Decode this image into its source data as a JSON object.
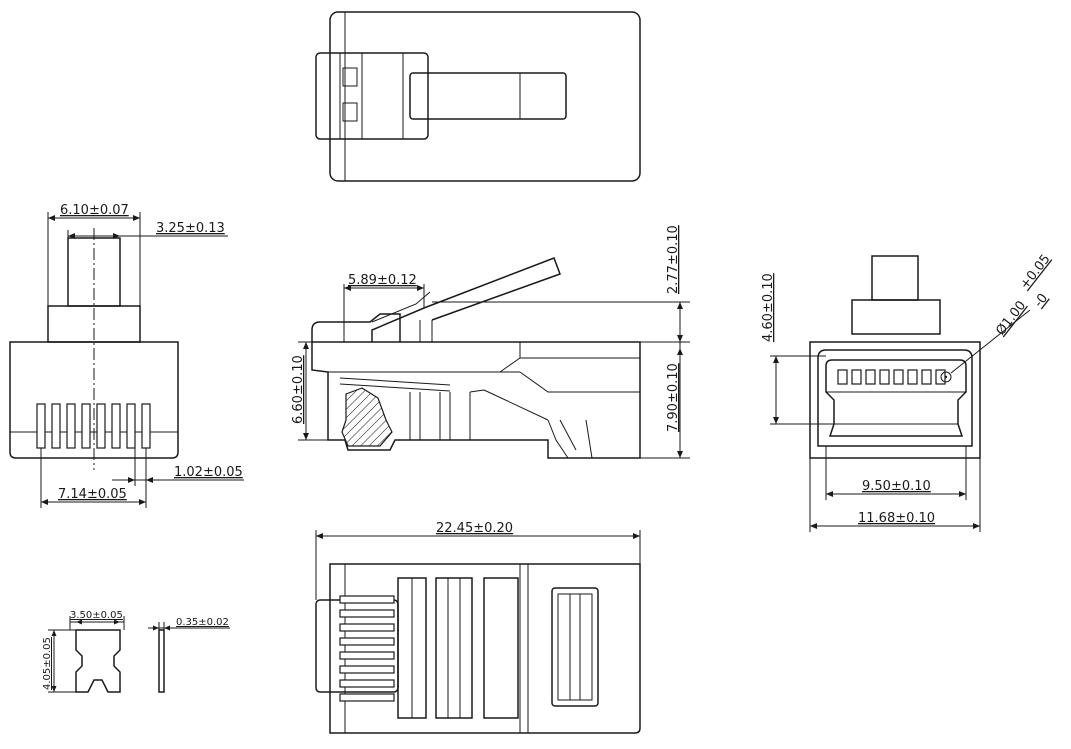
{
  "dimensions": {
    "front_width": "6.10±0.07",
    "latch_offset": "3.25±0.13",
    "contact_pitch": "1.02±0.05",
    "contact_span": "7.14±0.05",
    "latch_position": "5.89±0.12",
    "latch_rise": "2.77±0.10",
    "side_height": "6.60±0.10",
    "body_height": "7.90±0.10",
    "opening_height": "4.60±0.10",
    "hole_tol_plus": "+0.05",
    "hole_tol_minus": "-0",
    "hole_dia": "Ø1.00",
    "opening_width": "9.50±0.10",
    "overall_width": "11.68±0.10",
    "overall_length": "22.45±0.20",
    "blade_width": "3.50±0.05",
    "blade_height": "4.05±0.05",
    "blade_thickness": "0.35±0.02"
  }
}
